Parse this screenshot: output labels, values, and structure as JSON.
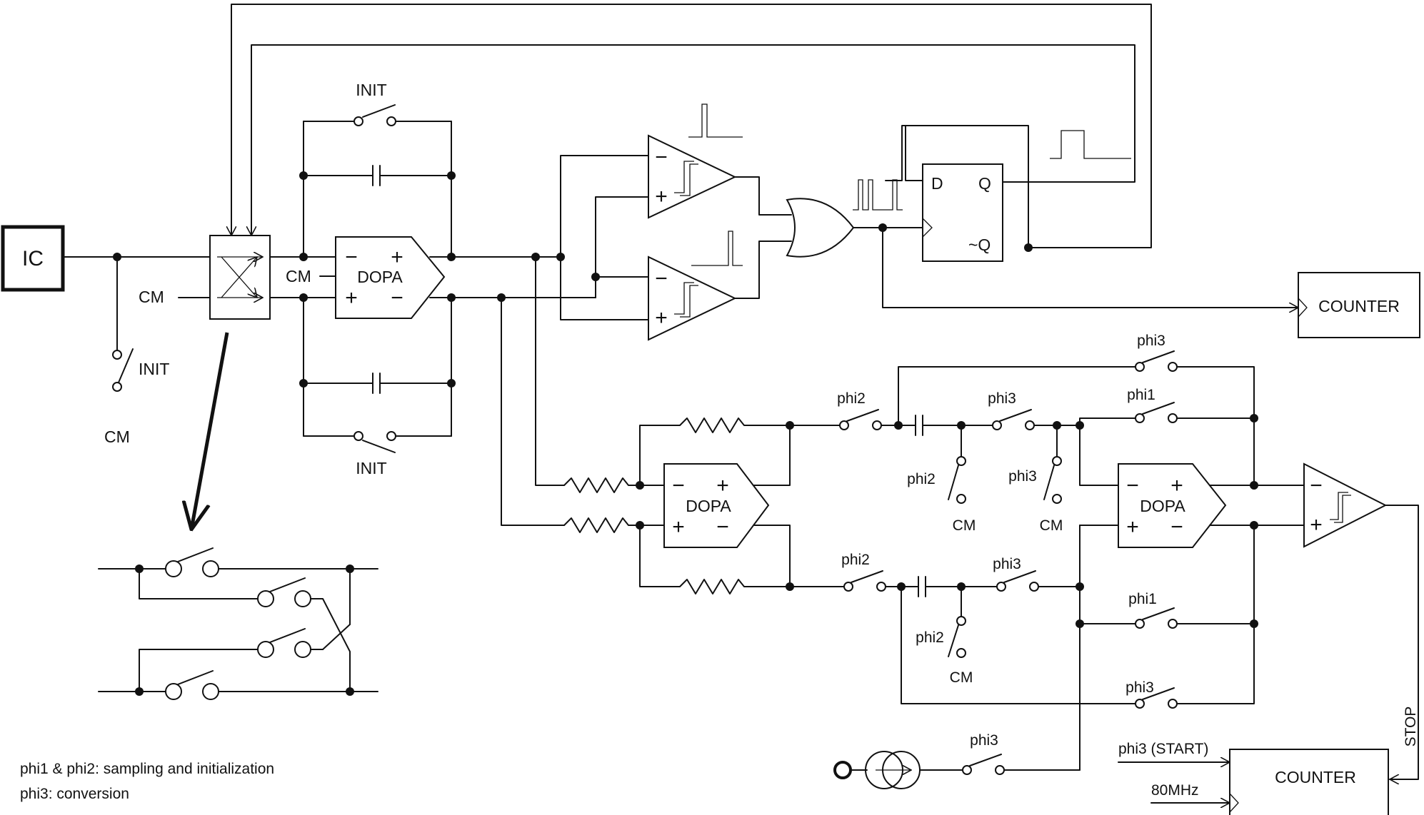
{
  "labels": {
    "ic": "IC",
    "cm_top_node": "CM",
    "cm_input": "CM",
    "init_input_switch": "INIT",
    "cm_input_switch": "CM",
    "init_top": "INIT",
    "init_bottom": "INIT",
    "dopa_front": "DOPA",
    "d_pin": "D",
    "q_pin": "Q",
    "qbar_pin": "~Q",
    "counter_top": "COUNTER",
    "counter_bottom": "COUNTER",
    "dopa_middle": "DOPA",
    "dopa_right": "DOPA",
    "phi3_top": "phi3",
    "phi1_top": "phi1",
    "phi2_upper": "phi2",
    "phi3_upper": "phi3",
    "phi2_upper_shunt": "phi2",
    "phi3_upper_shunt": "phi3",
    "cm_upper_left": "CM",
    "cm_upper_right": "CM",
    "phi2_lower": "phi2",
    "phi3_lower": "phi3",
    "phi1_lower": "phi1",
    "phi2_lower_shunt": "phi2",
    "cm_lower": "CM",
    "phi3_bottom": "phi3",
    "phi3_source": "phi3",
    "phi3_start": "phi3 (START)",
    "clk_80mhz": "80MHz",
    "stop": "STOP",
    "legend_line1": "phi1 & phi2: sampling and initialization",
    "legend_line2": "phi3: conversion",
    "plus": "+",
    "minus": "−"
  }
}
